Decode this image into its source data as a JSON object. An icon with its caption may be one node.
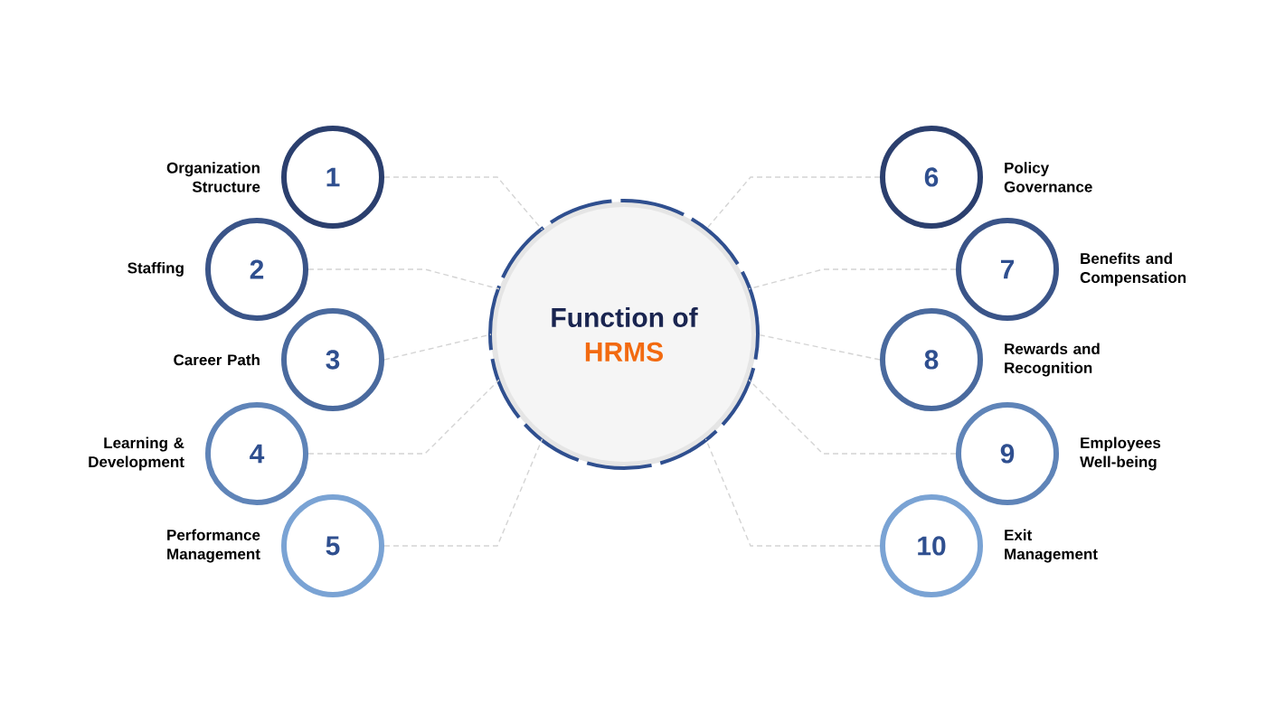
{
  "diagram": {
    "nodes": [
      {
        "text": [
          "Function of",
          "HRMS"
        ]
      },
      {
        "text": [
          "1"
        ],
        "beside": [
          "Organization Structure"
        ]
      },
      {
        "text": [
          "2"
        ],
        "beside": [
          "Staffing"
        ]
      },
      {
        "text": [
          "3"
        ],
        "beside": [
          "Career Path"
        ]
      },
      {
        "text": [
          "4"
        ],
        "beside": [
          "Learning & Development"
        ]
      },
      {
        "text": [
          "5"
        ],
        "beside": [
          "Performance Management"
        ]
      },
      {
        "text": [
          "6"
        ],
        "beside": [
          "Policy Governance"
        ]
      },
      {
        "text": [
          "7"
        ],
        "beside": [
          "Benefits and Compensation"
        ]
      },
      {
        "text": [
          "8"
        ],
        "beside": [
          "Rewards and Recognition"
        ]
      },
      {
        "text": [
          "9"
        ],
        "beside": [
          "Employees Well-being"
        ]
      },
      {
        "text": [
          "10"
        ],
        "beside": [
          "Exit Management"
        ]
      }
    ],
    "edges": [
      {
        "from": 1,
        "to": 0,
        "arrow": "none",
        "style": "dashed"
      },
      {
        "from": 2,
        "to": 0,
        "arrow": "none",
        "style": "dashed"
      },
      {
        "from": 3,
        "to": 0,
        "arrow": "none",
        "style": "dashed"
      },
      {
        "from": 4,
        "to": 0,
        "arrow": "none",
        "style": "dashed"
      },
      {
        "from": 5,
        "to": 0,
        "arrow": "none",
        "style": "dashed"
      },
      {
        "from": 6,
        "to": 0,
        "arrow": "none",
        "style": "dashed"
      },
      {
        "from": 7,
        "to": 0,
        "arrow": "none",
        "style": "dashed"
      },
      {
        "from": 8,
        "to": 0,
        "arrow": "none",
        "style": "dashed"
      },
      {
        "from": 9,
        "to": 0,
        "arrow": "none",
        "style": "dashed"
      },
      {
        "from": 10,
        "to": 0,
        "arrow": "none",
        "style": "dashed"
      }
    ]
  }
}
